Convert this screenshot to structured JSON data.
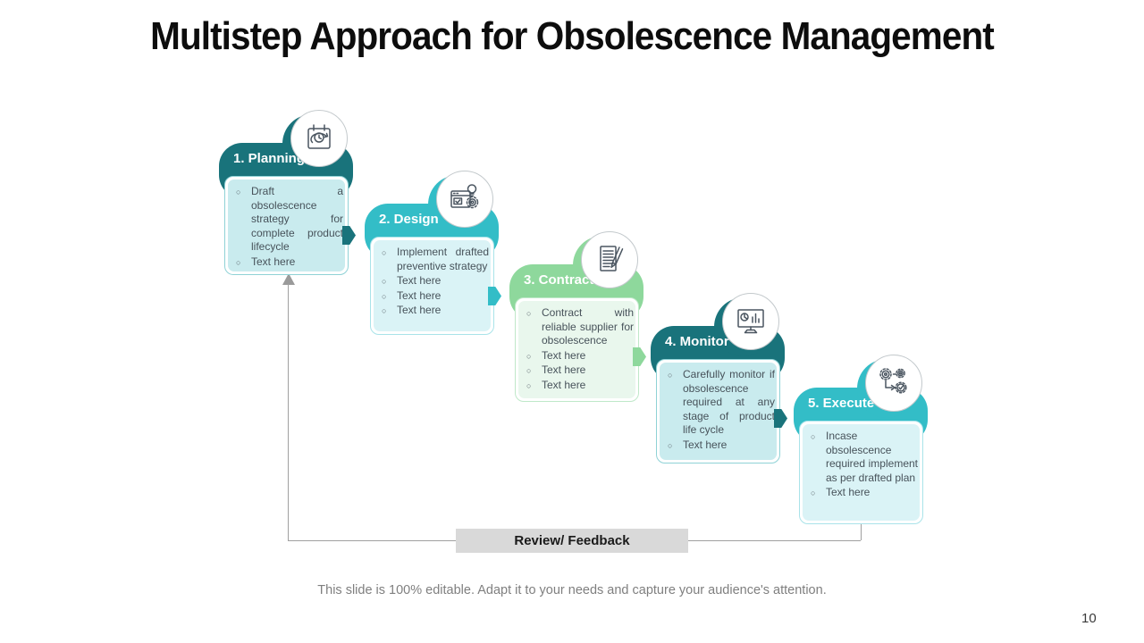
{
  "title": "Multistep Approach for Obsolescence Management",
  "steps": [
    {
      "label": "1. Planning",
      "icon": "calendar-clock-icon",
      "theme": "dark",
      "bullets": [
        "Draft a obsolescence strategy for complete product lifecycle",
        "Text here"
      ]
    },
    {
      "label": "2. Design",
      "icon": "idea-gear-icon",
      "theme": "turquoise",
      "bullets": [
        "Implement drafted preventive strategy",
        "Text here",
        "Text here",
        "Text here"
      ]
    },
    {
      "label": "3. Contract",
      "icon": "document-pencil-icon",
      "theme": "green",
      "bullets": [
        "Contract with reliable supplier for obsolescence",
        "Text here",
        "Text here",
        "Text here"
      ]
    },
    {
      "label": "4. Monitor",
      "icon": "monitor-analytics-icon",
      "theme": "dark",
      "bullets": [
        "Carefully monitor if obsolescence required at any stage of product life cycle",
        "Text here"
      ]
    },
    {
      "label": "5. Execute",
      "icon": "gears-process-icon",
      "theme": "turquoise",
      "bullets": [
        "Incase obsolescence required implement as per drafted plan",
        "Text here"
      ]
    }
  ],
  "feedback": {
    "label": "Review/ Feedback"
  },
  "footer": {
    "note": "This slide is 100% editable. Adapt it to your needs and capture your audience's attention.",
    "page_number": "10"
  },
  "colors": {
    "dark_teal": "#19737b",
    "turquoise": "#33bdc7",
    "green": "#8ed89c",
    "body_dark_teal": "#c9ebee",
    "body_turquoise": "#daf3f6",
    "body_green": "#e9f7ed",
    "line_gray": "#a0a0a0",
    "feedback_bar_gray": "#d9d9d9"
  }
}
